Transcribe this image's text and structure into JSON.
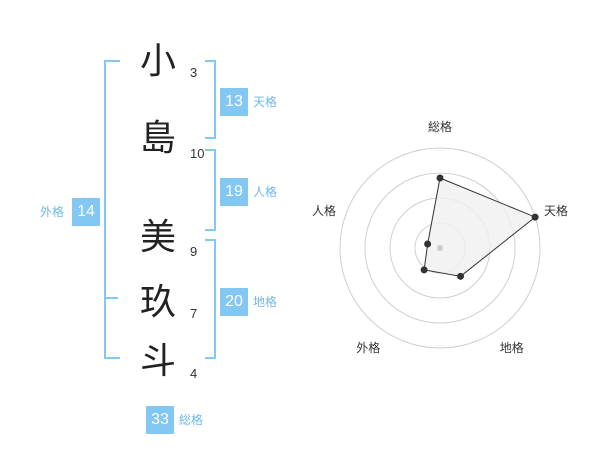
{
  "name_chars": [
    {
      "char": "小",
      "strokes": "3"
    },
    {
      "char": "島",
      "strokes": "10"
    },
    {
      "char": "美",
      "strokes": "9"
    },
    {
      "char": "玖",
      "strokes": "7"
    },
    {
      "char": "斗",
      "strokes": "4"
    }
  ],
  "kaku": {
    "tenkaku": {
      "value": "13",
      "label": "天格"
    },
    "jinkaku": {
      "value": "19",
      "label": "人格"
    },
    "chikaku": {
      "value": "20",
      "label": "地格"
    },
    "gaikaku": {
      "value": "14",
      "label": "外格"
    },
    "soukaku": {
      "value": "33",
      "label": "総格"
    }
  },
  "radar": {
    "axes": [
      "総格",
      "天格",
      "地格",
      "外格",
      "人格"
    ],
    "values": [
      0.7,
      1.0,
      0.35,
      0.27,
      0.13
    ],
    "rings": 4,
    "stroke_color": "#333333",
    "ring_color": "#d0d0d0",
    "fill_color": "#f0f0f0"
  },
  "colors": {
    "accent": "#83c7f3"
  }
}
